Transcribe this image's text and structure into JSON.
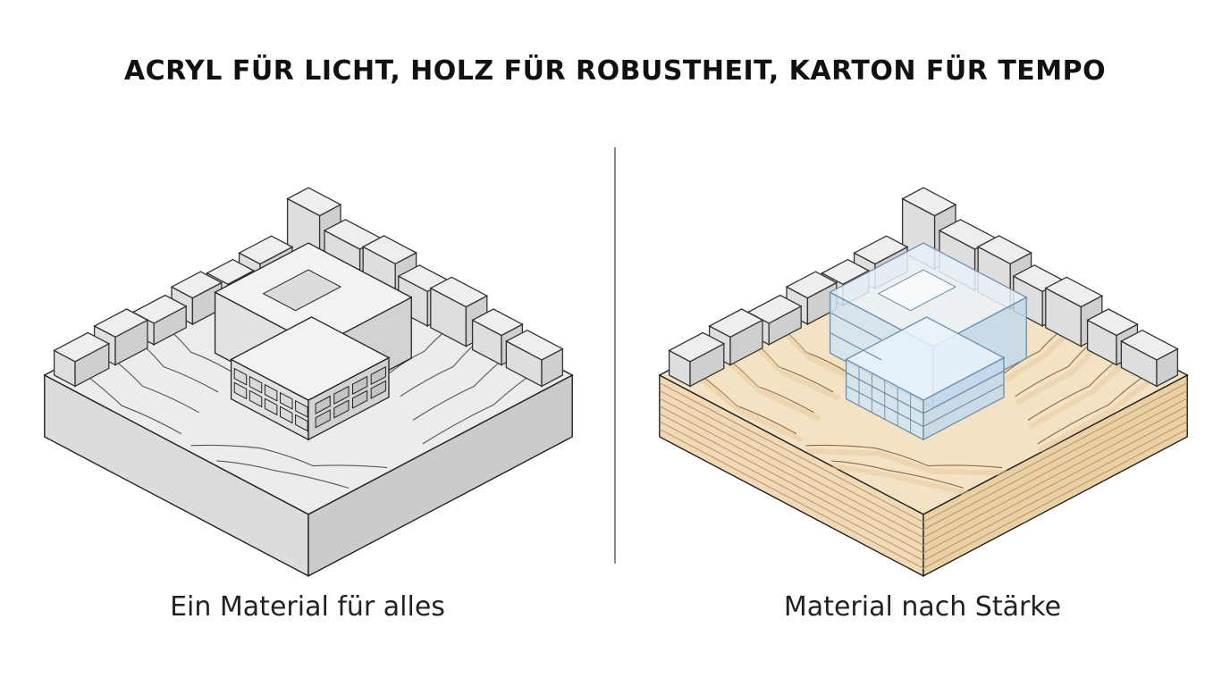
{
  "title": "ACRYL FÜR LICHT, HOLZ FÜR ROBUSTHEIT, KARTON FÜR TEMPO",
  "panels": [
    {
      "caption": "Ein Material für alles"
    },
    {
      "caption": "Material nach Stärke"
    }
  ],
  "colors": {
    "cardboard_top": "#ececec",
    "cardboard_left": "#dcdcdc",
    "cardboard_right": "#cbcbcb",
    "wood_face": "#f0d9b5",
    "wood_line": "#b8926a",
    "acrylic": "#dbeaf6",
    "acrylic_edge": "#6f8ea8",
    "outline": "#222222"
  }
}
